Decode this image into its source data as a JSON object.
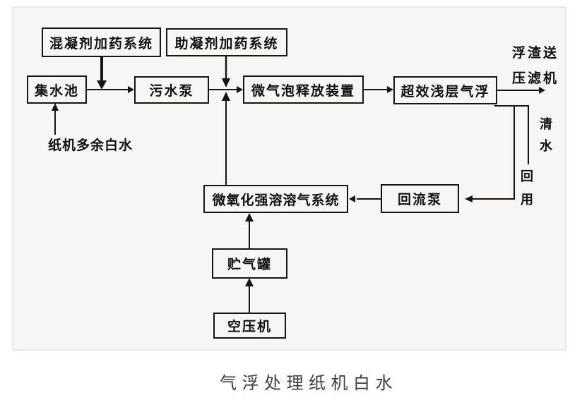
{
  "diagram": {
    "nodes": {
      "coagulant_dosing": "混凝剂加药系统",
      "flocculant_dosing": "助凝剂加药系统",
      "collection_tank": "集水池",
      "sewage_pump": "污水泵",
      "microbubble_release": "微气泡释放装置",
      "shallow_daf": "超效浅层气浮",
      "dissolved_air_system": "微氧化强溶溶气系统",
      "return_pump": "回流泵",
      "air_storage_tank": "贮气罐",
      "air_compressor": "空压机"
    },
    "labels": {
      "influent": "纸机多余白水",
      "scum_lines": [
        "浮渣送",
        "压滤机"
      ],
      "clean_water": "清水",
      "reuse": "回用"
    },
    "caption": "气浮处理纸机白水",
    "colors": {
      "line": "#151515",
      "box_border": "#151515",
      "frame_border": "#e8e8e6",
      "diagram_bg": "#f7f6f4",
      "caption_text": "#3c3c3c"
    }
  }
}
